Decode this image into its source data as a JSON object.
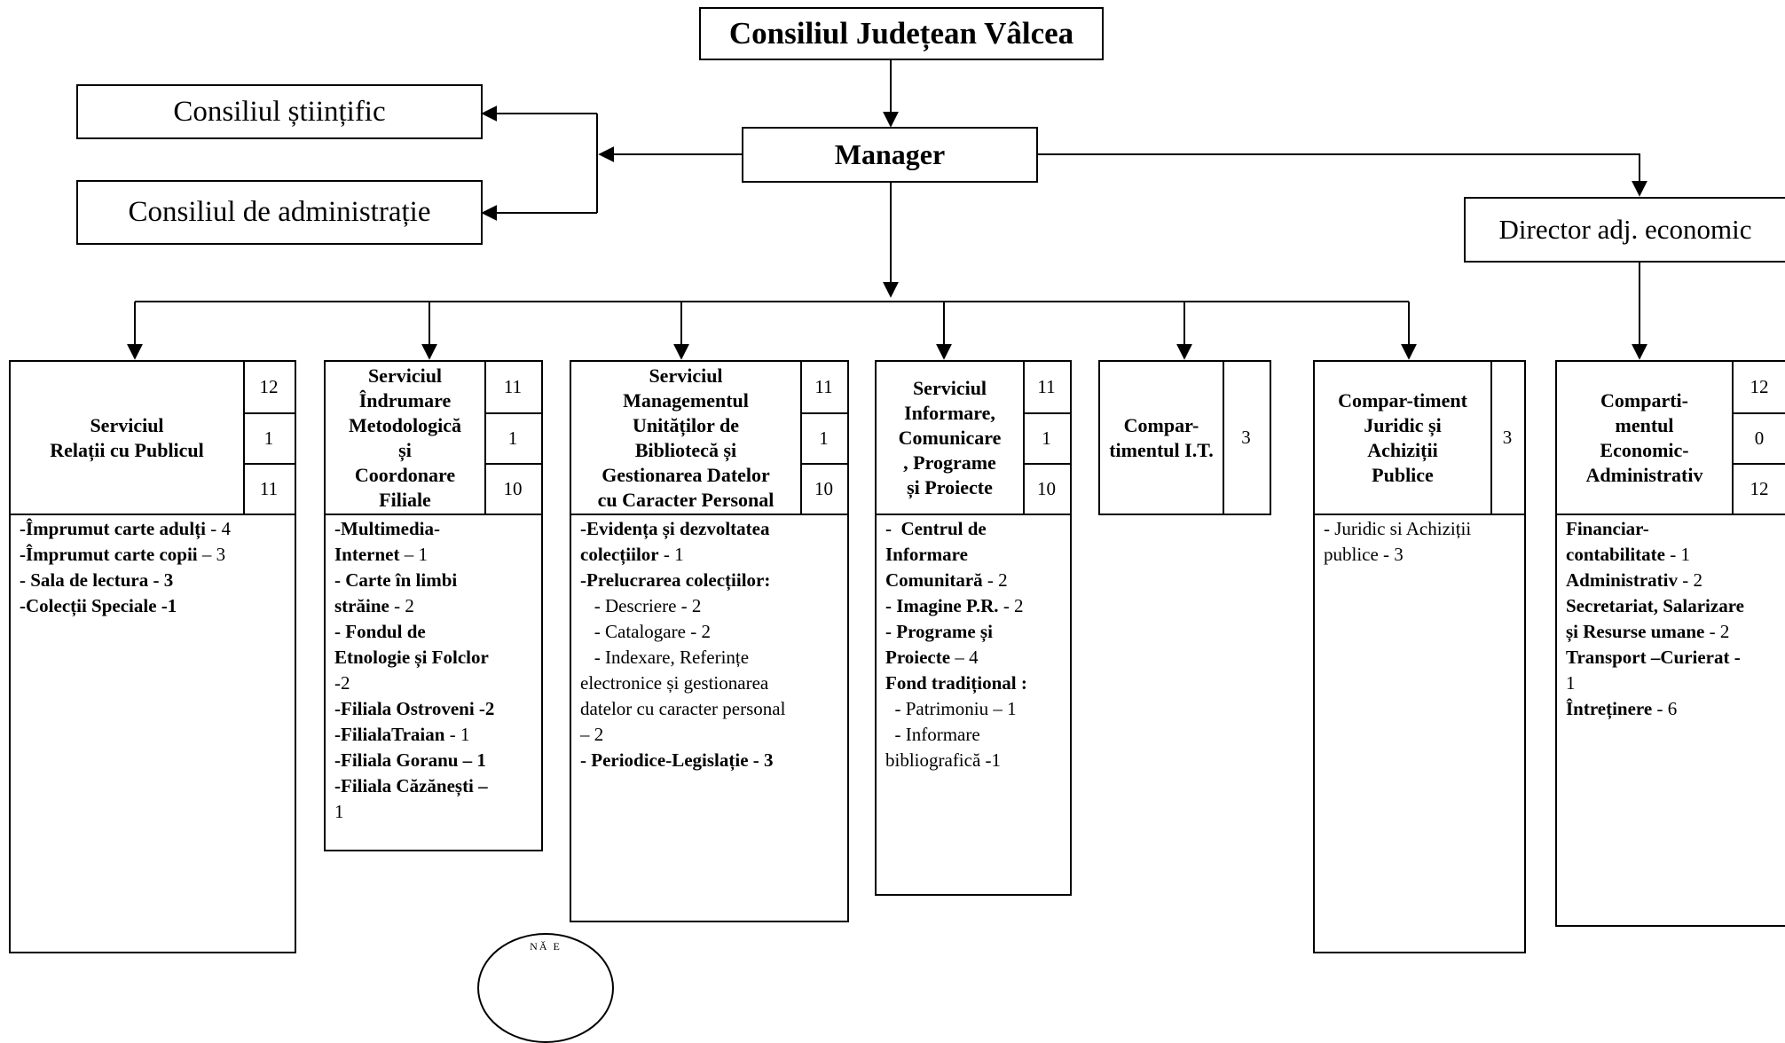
{
  "top": "Consiliul Județean Vâlcea",
  "manager": "Manager",
  "councils": [
    "Consiliul științific",
    "Consiliul de administrație"
  ],
  "director": "Director adj. economic",
  "units": [
    {
      "title": "Serviciul\nRelații cu Publicul",
      "numbers": [
        "12",
        "1",
        "11"
      ],
      "items": [
        {
          "t": "-Împrumut carte adulți",
          "c": " - 4"
        },
        {
          "t": "-Împrumut carte copii",
          "c": " – 3"
        },
        {
          "t": "- Sala de lectura - 3",
          "c": ""
        },
        {
          "t": "-Colecții Speciale -1",
          "c": ""
        }
      ]
    },
    {
      "title": "Serviciul\nÎndrumare\nMetodologică\nși\nCoordonare\nFiliale",
      "numbers": [
        "11",
        "1",
        "10"
      ],
      "items": [
        {
          "t": "-Multimedia-\nInternet",
          "c": " – 1"
        },
        {
          "t": "- Carte în limbi\nstrăine",
          "c": " - 2"
        },
        {
          "t": "- Fondul de\nEtnologie și Folclor",
          "c": "\n-2"
        },
        {
          "t": "-Filiala Ostroveni -2",
          "c": ""
        },
        {
          "t": "-FilialaTraian",
          "c": " - 1"
        },
        {
          "t": "-Filiala Goranu – 1",
          "c": ""
        },
        {
          "t": "-Filiala Căzănești –",
          "c": "\n1"
        }
      ]
    },
    {
      "title": "Serviciul\nManagementul\nUnităților de\nBibliotecă și\nGestionarea Datelor\ncu Caracter Personal",
      "numbers": [
        "11",
        "1",
        "10"
      ],
      "items": [
        {
          "t": "-Evidența și dezvoltatea\ncolecțiilor",
          "c": " - 1"
        },
        {
          "t": "-Prelucrarea colecțiilor:",
          "c": ""
        },
        {
          "t": "",
          "c": "   - Descriere - 2"
        },
        {
          "t": "",
          "c": "   - Catalogare - 2"
        },
        {
          "t": "",
          "c": "   - Indexare, Referințe\nelectronice și gestionarea\ndatelor cu caracter personal\n– 2"
        },
        {
          "t": "- Periodice-Legislație - 3",
          "c": ""
        }
      ]
    },
    {
      "title": "Serviciul\nInformare,\nComunicare\n, Programe\nși Proiecte",
      "numbers": [
        "11",
        "1",
        "10"
      ],
      "items": [
        {
          "t": "-  Centrul de\nInformare\nComunitară",
          "c": " - 2"
        },
        {
          "t": "- Imagine P.R.",
          "c": " - 2"
        },
        {
          "t": "- Programe și\nProiecte",
          "c": " – 4"
        },
        {
          "t": "Fond tradițional :",
          "c": ""
        },
        {
          "t": "",
          "c": "  - Patrimoniu – 1"
        },
        {
          "t": "",
          "c": "  - Informare\nbibliografică -1"
        }
      ]
    },
    {
      "title": "Compar-\ntimentul I.T.",
      "numbers": [
        "3"
      ],
      "items": []
    },
    {
      "title": "Compar-timent\nJuridic și\nAchiziții\nPublice",
      "numbers": [
        "3"
      ],
      "items": [
        {
          "t": "",
          "c": "- Juridic si Achiziții\npublice - 3"
        }
      ]
    },
    {
      "title": "Comparti-\nmentul\nEconomic-\nAdministrativ",
      "numbers": [
        "12",
        "0",
        "12"
      ],
      "items": [
        {
          "t": "Financiar-\ncontabilitate",
          "c": " - 1"
        },
        {
          "t": "Administrativ",
          "c": " - 2"
        },
        {
          "t": "Secretariat, Salarizare\nși Resurse umane",
          "c": " - 2"
        },
        {
          "t": "Transport –Curierat -",
          "c": "\n1"
        },
        {
          "t": "Întreținere",
          "c": " - 6"
        }
      ]
    }
  ]
}
